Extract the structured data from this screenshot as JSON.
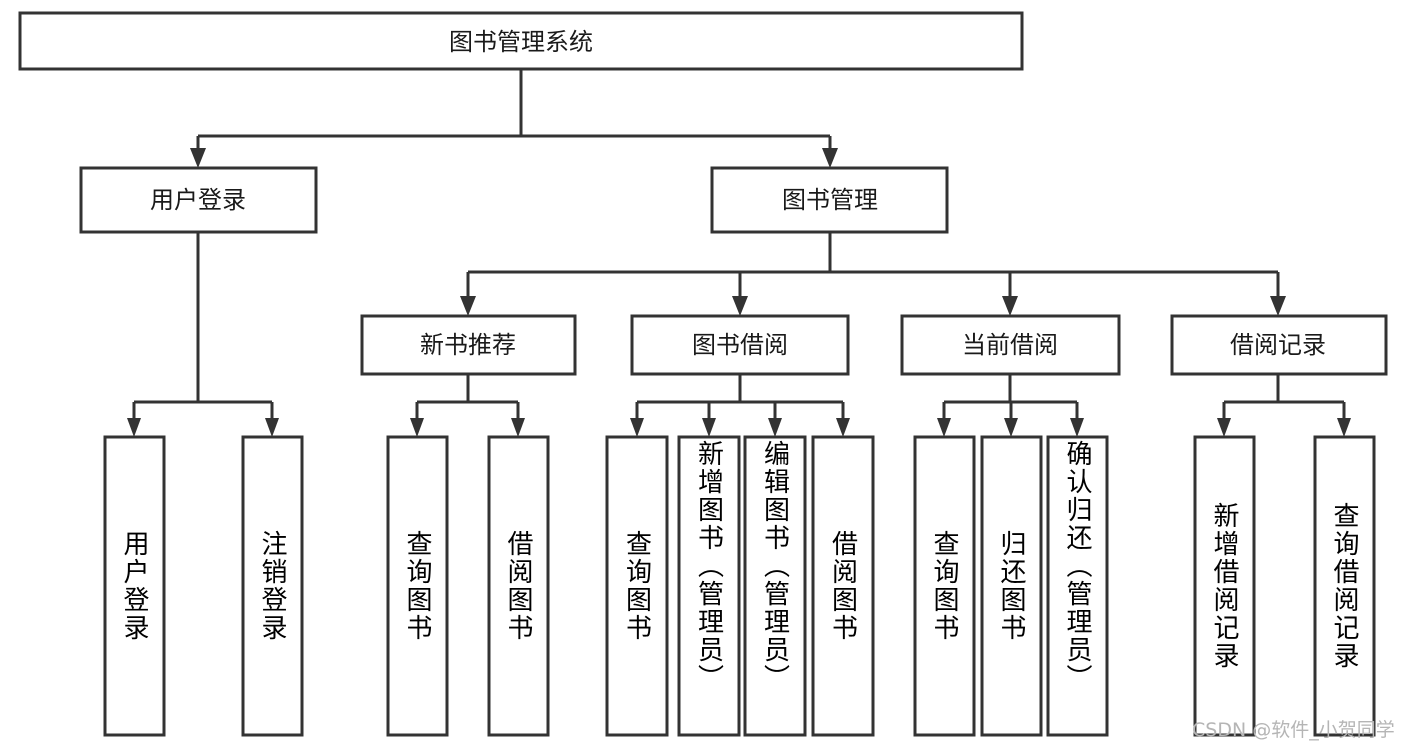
{
  "diagram": {
    "title": "图书管理系统",
    "type": "tree-hierarchy-diagram",
    "colors": {
      "box_stroke": "#333333",
      "box_fill": "#ffffff",
      "text": "#1a1a1a",
      "background": "#ffffff",
      "watermark": "#b5b5b5"
    },
    "root": {
      "label": "图书管理系统"
    },
    "level2": [
      {
        "label": "用户登录"
      },
      {
        "label": "图书管理"
      }
    ],
    "level3": [
      {
        "label": "新书推荐"
      },
      {
        "label": "图书借阅"
      },
      {
        "label": "当前借阅"
      },
      {
        "label": "借阅记录"
      }
    ],
    "leaves": {
      "user_login": [
        {
          "label": "用户登录"
        },
        {
          "label": "注销登录"
        }
      ],
      "new_book_recommend": [
        {
          "label": "查询图书"
        },
        {
          "label": "借阅图书"
        }
      ],
      "book_borrow": [
        {
          "label": "查询图书"
        },
        {
          "label": "新增图书（管理员）"
        },
        {
          "label": "编辑图书（管理员）"
        },
        {
          "label": "借阅图书"
        }
      ],
      "current_borrow": [
        {
          "label": "查询图书"
        },
        {
          "label": "归还图书"
        },
        {
          "label": "确认归还（管理员）"
        }
      ],
      "borrow_records": [
        {
          "label": "新增借阅记录"
        },
        {
          "label": "查询借阅记录"
        }
      ]
    },
    "watermark": "CSDN @软件_小贺同学"
  }
}
